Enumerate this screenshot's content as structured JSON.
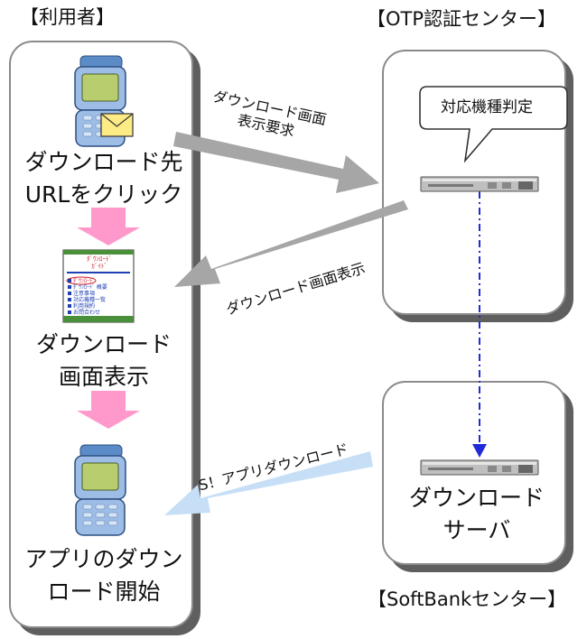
{
  "user_title": "【利用者】",
  "otp_title": "【OTP認証センター】",
  "softbank_title": "【SoftBankセンター】",
  "steps": {
    "click_line1": "ダウンロード先",
    "click_line2": "URLをクリック",
    "screen_line1": "ダウンロード",
    "screen_line2": "画面表示",
    "start_line1": "アプリのダウン",
    "start_line2": "ロード開始"
  },
  "arrows": {
    "request_line1": "ダウンロード画面",
    "request_line2": "表示要求",
    "display": "ダウンロード画面表示",
    "app_download": "S！アプリダウンロード"
  },
  "callout": "対応機種判定",
  "server_line1": "ダウンロード",
  "server_line2": "サーバ",
  "phone_menu": {
    "header1": "ﾀﾞｳﾝﾛｰﾄﾞ",
    "header2": "ｶﾞｲﾄﾞ",
    "items": [
      "ﾀﾞｳﾝﾛｰﾄﾞ",
      "ﾀﾞｳﾝﾛｰﾄﾞ 概要",
      "注意事項",
      "対応機種一覧",
      "利用規約",
      "お問合わせ"
    ]
  },
  "colors": {
    "pink_arrow": "#ff99cc",
    "gray_arrow": "#a6a6a6",
    "light_blue_arrow": "#c6dff7",
    "dash_line": "#1f2bd6"
  }
}
